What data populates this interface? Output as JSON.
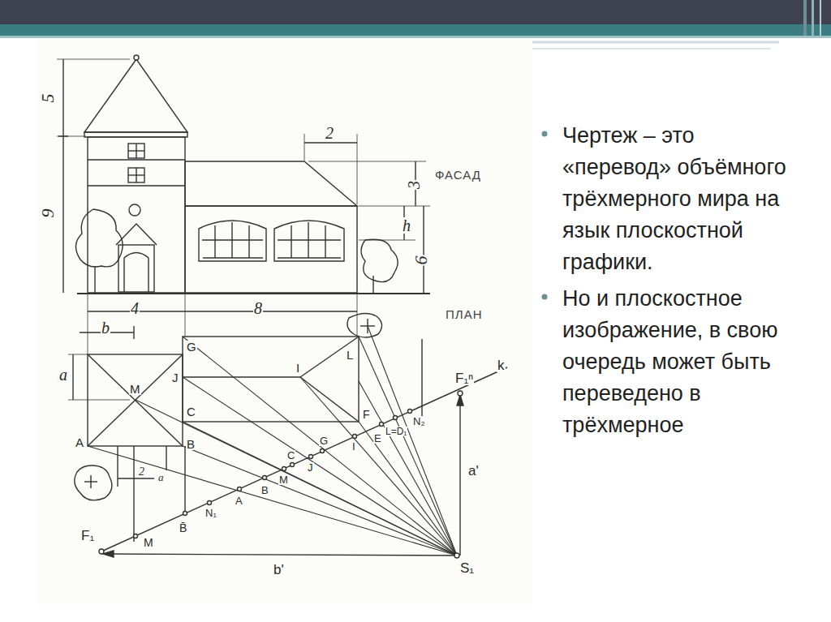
{
  "diagram": {
    "labels": [
      "5",
      "9",
      "2",
      "3",
      "ФАСАД",
      "h",
      "6",
      "ПЛАН",
      "4",
      "8",
      "b",
      "a",
      "G",
      "J",
      "M",
      "C",
      "A",
      "B",
      "I",
      "L",
      "F",
      "F₁ⁿ",
      "k",
      "N₂",
      "L=D₁",
      "E",
      "I",
      "G",
      "C",
      "J",
      "M",
      "B",
      "A",
      "N₁",
      "B̄",
      "M",
      "F₁",
      "a'",
      "b'",
      "S₁",
      "2",
      "a",
      "Чертеж – это «перевод» объёмного трёхмерного мира на язык плоскостной графики.",
      "Но и плоскостное изображение, в свою очередь может быть переведено в трёхмерное"
    ]
  }
}
